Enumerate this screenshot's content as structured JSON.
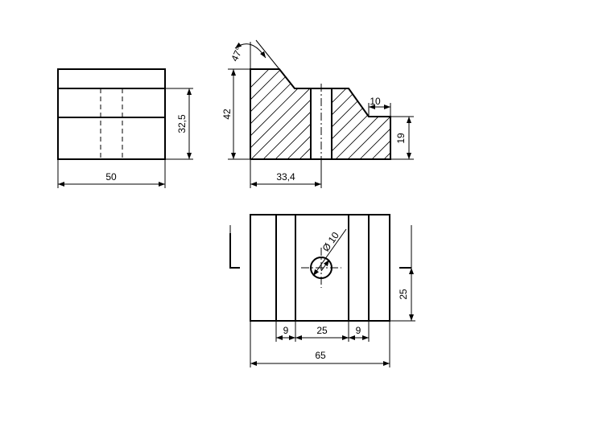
{
  "drawing": {
    "side_view": {
      "width_dim": "50",
      "height_dim": "32,5"
    },
    "section_view": {
      "angle_dim": "47°",
      "height_dim": "42",
      "width_dim": "33,4",
      "step_width_dim": "10",
      "step_height_dim": "19"
    },
    "top_view": {
      "hole_dim": "Ø 10",
      "slot_depth_dim": "25",
      "left_step_dim": "9",
      "middle_dim": "25",
      "right_step_dim": "9",
      "total_width_dim": "65"
    }
  }
}
